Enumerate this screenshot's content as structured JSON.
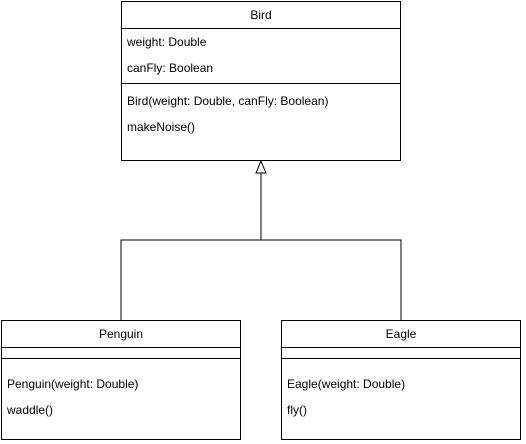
{
  "diagram": {
    "classes": {
      "bird": {
        "name": "Bird",
        "attributes": [
          "weight: Double",
          "canFly: Boolean"
        ],
        "methods": [
          "Bird(weight: Double, canFly: Boolean)",
          "makeNoise()"
        ]
      },
      "penguin": {
        "name": "Penguin",
        "attributes": [],
        "methods": [
          "Penguin(weight: Double)",
          "waddle()"
        ]
      },
      "eagle": {
        "name": "Eagle",
        "attributes": [],
        "methods": [
          "Eagle(weight: Double)",
          "fly()"
        ]
      }
    },
    "relationships": [
      {
        "type": "generalization",
        "from": "Penguin",
        "to": "Bird"
      },
      {
        "type": "generalization",
        "from": "Eagle",
        "to": "Bird"
      }
    ]
  }
}
